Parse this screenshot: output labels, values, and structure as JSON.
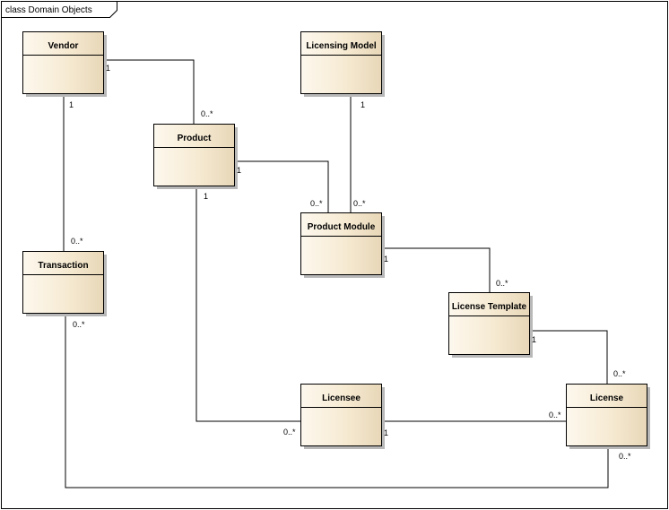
{
  "frame": {
    "title": "class Domain Objects"
  },
  "classes": {
    "vendor": "Vendor",
    "licensing_model": "Licensing Model",
    "product": "Product",
    "product_module": "Product Module",
    "transaction": "Transaction",
    "license_template": "License Template",
    "licensee": "Licensee",
    "license": "License"
  },
  "associations": [
    {
      "from": "Vendor",
      "to": "Product",
      "from_mult": "1",
      "to_mult": "0..*"
    },
    {
      "from": "Vendor",
      "to": "Transaction",
      "from_mult": "1",
      "to_mult": "0..*"
    },
    {
      "from": "Licensing Model",
      "to": "Product Module",
      "from_mult": "1",
      "to_mult": "0..*"
    },
    {
      "from": "Product",
      "to": "Product Module",
      "from_mult": "1",
      "to_mult": "0..*"
    },
    {
      "from": "Product",
      "to": "Licensee",
      "from_mult": "1",
      "to_mult": "0..*"
    },
    {
      "from": "Product Module",
      "to": "License Template",
      "from_mult": "1",
      "to_mult": "0..*"
    },
    {
      "from": "License Template",
      "to": "License",
      "from_mult": "1",
      "to_mult": "0..*"
    },
    {
      "from": "Licensee",
      "to": "License",
      "from_mult": "1",
      "to_mult": "0..*"
    },
    {
      "from": "Transaction",
      "to": "License",
      "from_mult": "0..*",
      "to_mult": "0..*"
    }
  ],
  "colors": {
    "box_light": "#fdf8ee",
    "box_mid": "#f6ead2",
    "box_dark": "#e8d7b8",
    "shadow": "#b8b8b8",
    "line": "#000000"
  }
}
